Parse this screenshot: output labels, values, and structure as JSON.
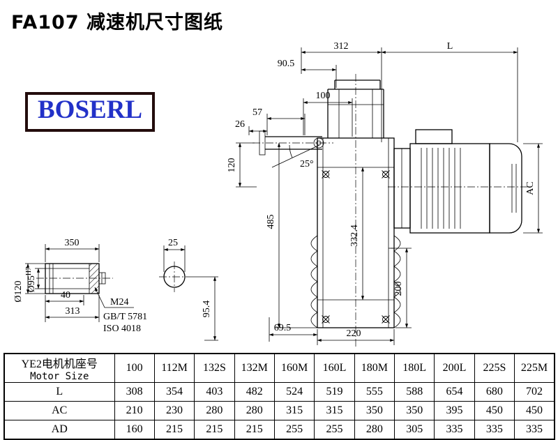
{
  "page": {
    "title": "FA107 减速机尺寸图纸",
    "logo": "BOSERL"
  },
  "colors": {
    "logo_text": "#2231c8",
    "logo_border": "#230c0c",
    "line": "#000000"
  },
  "dims": {
    "top_width": "312",
    "motor_length": "L",
    "d90_5": "90.5",
    "d100": "100",
    "d57": "57",
    "d26": "26",
    "d120": "120",
    "d485": "485",
    "angle": "25°",
    "ac": "AC",
    "d332_4": "332.4",
    "d200": "200",
    "d69_5": "69.5",
    "d220": "220",
    "shaft_length": "350",
    "d25": "25",
    "dia120": "Ø120",
    "dia95": "Ø95",
    "dia95_tol": "H7",
    "d40": "40",
    "d313": "313",
    "thread": "M24",
    "std_gb": "GB/T 5781",
    "std_iso": "ISO 4018",
    "d95_4": "95.4"
  },
  "table": {
    "header": {
      "label_cn": "YE2电机机座号",
      "label_en": "Motor Size",
      "columns": [
        "100",
        "112M",
        "132S",
        "132M",
        "160M",
        "160L",
        "180M",
        "180L",
        "200L",
        "225S",
        "225M"
      ]
    },
    "rows": [
      {
        "label": "L",
        "values": [
          "308",
          "354",
          "403",
          "482",
          "524",
          "519",
          "555",
          "588",
          "654",
          "680",
          "702"
        ]
      },
      {
        "label": "AC",
        "values": [
          "210",
          "230",
          "280",
          "280",
          "315",
          "315",
          "350",
          "350",
          "395",
          "450",
          "450"
        ]
      },
      {
        "label": "AD",
        "values": [
          "160",
          "215",
          "215",
          "215",
          "255",
          "255",
          "280",
          "305",
          "335",
          "335",
          "335"
        ]
      }
    ]
  }
}
